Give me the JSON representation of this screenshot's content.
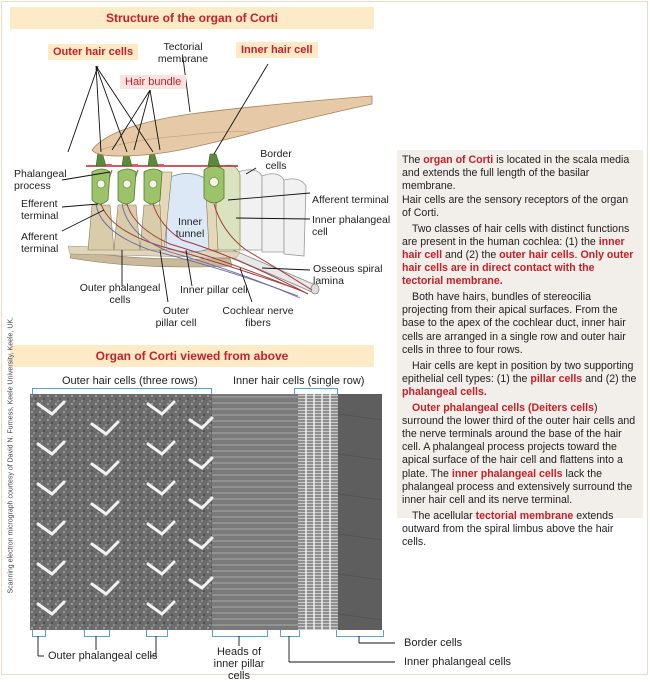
{
  "top_figure": {
    "title": "Structure of the organ of Corti",
    "labels": {
      "outer_hair_cells": "Outer hair cells",
      "tectorial_membrane": "Tectorial membrane",
      "inner_hair_cell": "Inner hair cell",
      "hair_bundle": "Hair bundle",
      "border_cells": "Border cells",
      "phalangeal_process": "Phalangeal process",
      "efferent_terminal": "Efferent terminal",
      "afferent_terminal_left": "Afferent terminal",
      "afferent_terminal_right": "Afferent terminal",
      "inner_phalangeal_cell": "Inner phalangeal cell",
      "inner_tunnel": "Inner tunnel",
      "osseous_spiral_lamina": "Osseous spiral lamina",
      "outer_phalangeal_cells": "Outer phalangeal cells",
      "inner_pillar_cell": "Inner pillar cell",
      "outer_pillar_cell": "Outer pillar cell",
      "cochlear_nerve_fibers": "Cochlear nerve fibers"
    }
  },
  "bottom_figure": {
    "title": "Organ of Corti viewed from above",
    "credit": "Scanning electron micrograph courtesy of David N. Furness, Keele University, Keele, UK.",
    "labels": {
      "outer_hair_cells_rows": "Outer hair cells (three rows)",
      "inner_hair_cells_row": "Inner hair cells (single row)",
      "outer_phalangeal_cells": "Outer phalangeal cells",
      "heads_of_inner_pillar_cells": "Heads of inner pillar cells",
      "border_cells": "Border cells",
      "inner_phalangeal_cells": "Inner phalangeal cells"
    }
  },
  "text_box": {
    "p1_a": "The ",
    "p1_b": "organ of Corti",
    "p1_c": " is located in the scala media and extends the full length of the basilar membrane.",
    "p2": "Hair cells are the sensory receptors of the organ of Corti.",
    "p3_a": "Two classes of hair cells with distinct functions are present in the human cochlea: (1) the ",
    "p3_b": "inner hair cell",
    "p3_c": " and (2) the ",
    "p3_d": "outer hair cells",
    "p3_e": ". ",
    "p3_f": "Only outer hair cells are in direct contact with the tectorial membrane",
    "p3_g": ".",
    "p4": "Both have hairs, bundles of stereocilia projecting from their apical surfaces. From the base to the apex of the cochlear duct, inner hair cells are arranged in a single row and outer hair cells in three to four rows.",
    "p5_a": "Hair cells are kept in position by two supporting epithelial cell types: (1) the ",
    "p5_b": "pillar cells",
    "p5_c": " and (2) the ",
    "p5_d": "phalangeal cells",
    "p5_e": ".",
    "p6_a": "Outer phalangeal cells",
    "p6_b": " (",
    "p6_c": "Deiters cells",
    "p6_d": ") surround the lower third of the outer hair cells and the nerve terminals around the base of the hair cell. A phalangeal process projects toward the apical surface of the hair cell and flattens into a plate. The ",
    "p6_e": "inner phalangeal cells",
    "p6_f": " lack the phalangeal process and extensively surround the inner hair cell and its nerve terminal.",
    "p7_a": "The acellular ",
    "p7_b": "tectorial membrane",
    "p7_c": " extends outward from the spiral limbus above the hair cells."
  },
  "colors": {
    "banner_bg": "#fdebc8",
    "accent_red": "#c8202a",
    "textbox_bg": "#f2eee9",
    "bracket_blue": "#5aa3cf"
  }
}
